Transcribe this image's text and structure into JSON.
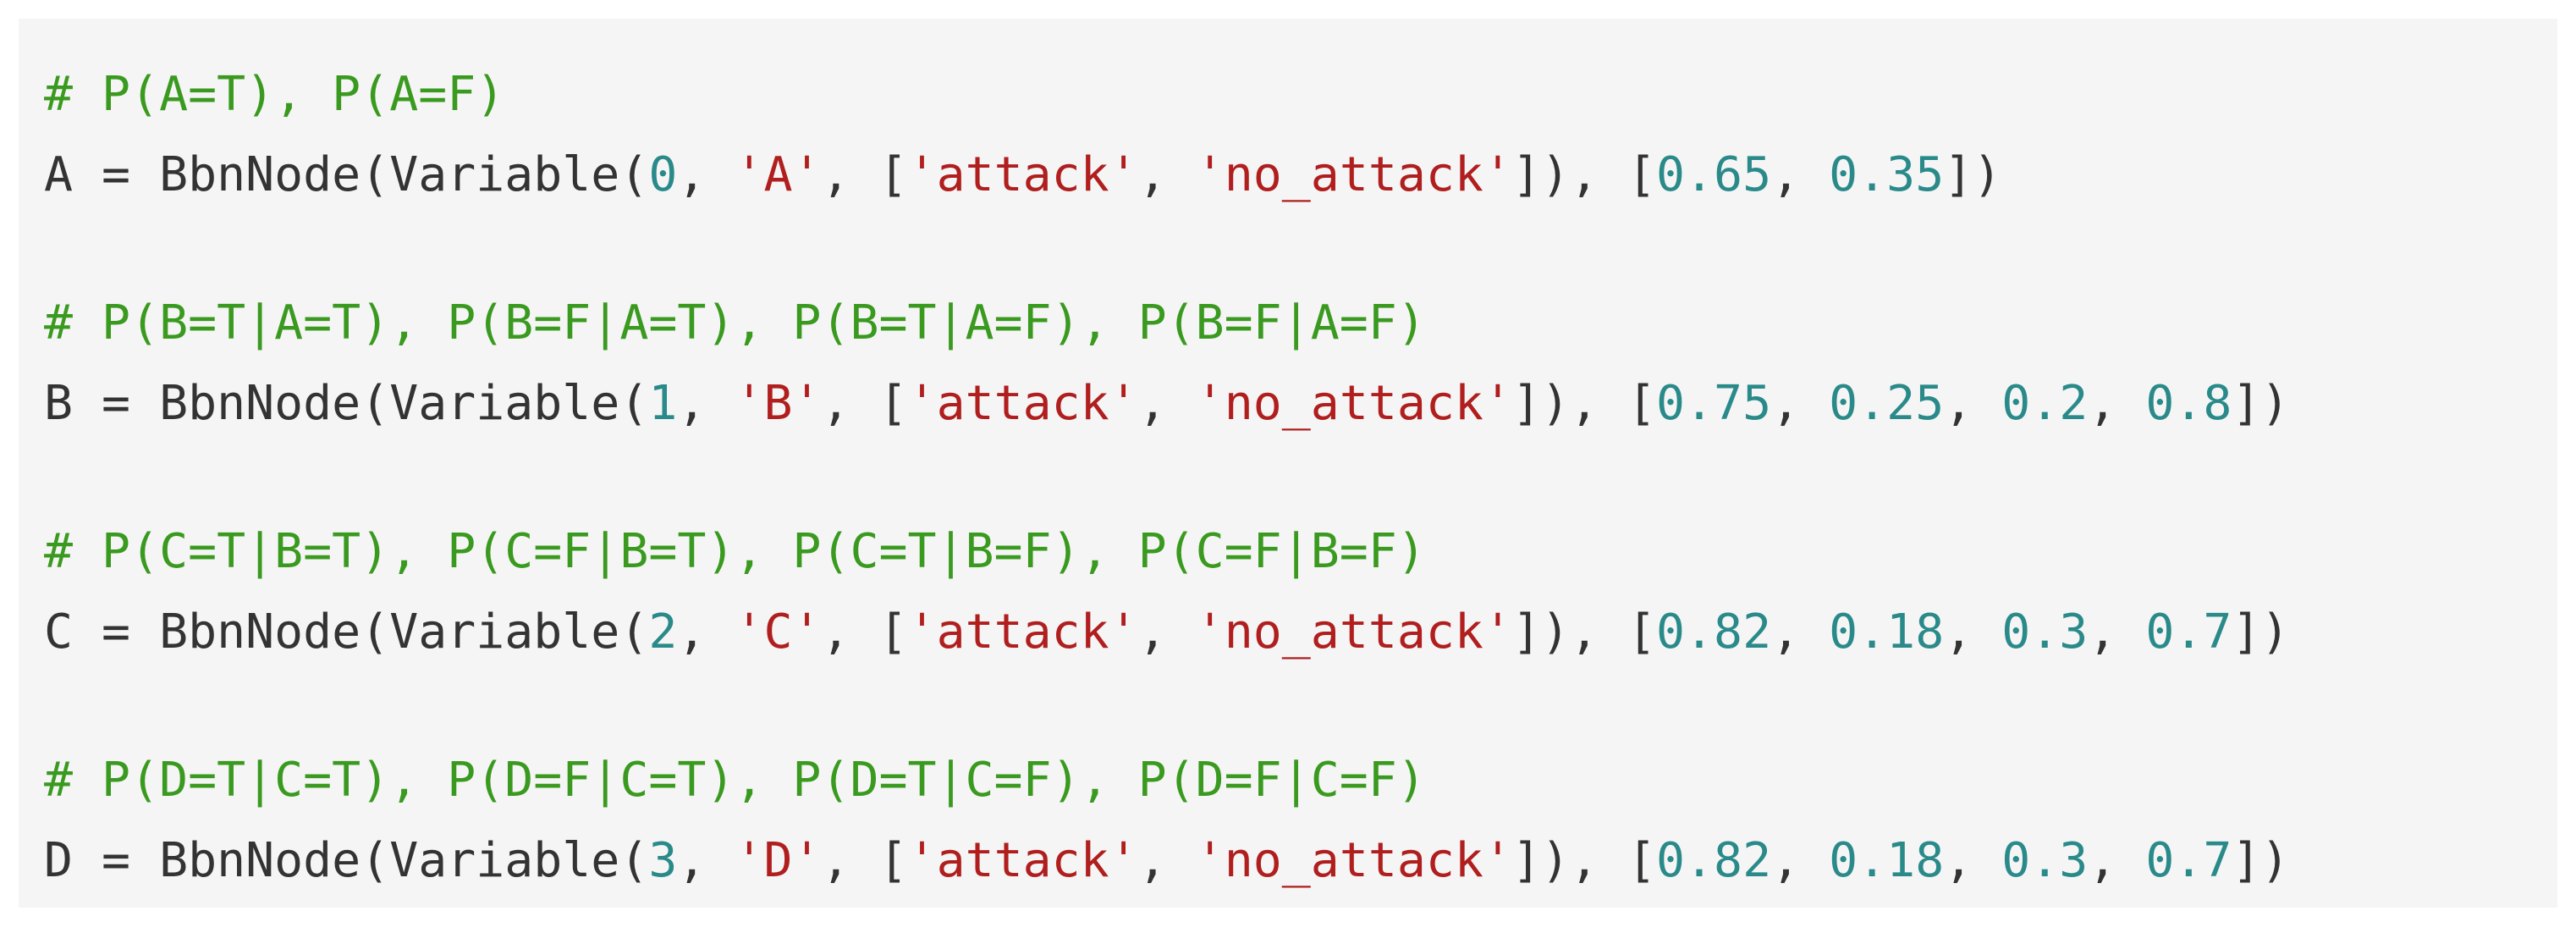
{
  "code": {
    "lines": [
      [
        {
          "cls": "tok-comment",
          "text": "# P(A=T), P(A=F)"
        }
      ],
      [
        {
          "cls": "tok-plain",
          "text": "A = BbnNode(Variable("
        },
        {
          "cls": "tok-num",
          "text": "0"
        },
        {
          "cls": "tok-plain",
          "text": ", "
        },
        {
          "cls": "tok-str",
          "text": "'A'"
        },
        {
          "cls": "tok-plain",
          "text": ", ["
        },
        {
          "cls": "tok-str",
          "text": "'attack'"
        },
        {
          "cls": "tok-plain",
          "text": ", "
        },
        {
          "cls": "tok-str",
          "text": "'no_attack'"
        },
        {
          "cls": "tok-plain",
          "text": "]), ["
        },
        {
          "cls": "tok-num",
          "text": "0.65"
        },
        {
          "cls": "tok-plain",
          "text": ", "
        },
        {
          "cls": "tok-num",
          "text": "0.35"
        },
        {
          "cls": "tok-plain",
          "text": "])"
        }
      ],
      [],
      [
        {
          "cls": "tok-comment",
          "text": "# P(B=T|A=T), P(B=F|A=T), P(B=T|A=F), P(B=F|A=F)"
        }
      ],
      [
        {
          "cls": "tok-plain",
          "text": "B = BbnNode(Variable("
        },
        {
          "cls": "tok-num",
          "text": "1"
        },
        {
          "cls": "tok-plain",
          "text": ", "
        },
        {
          "cls": "tok-str",
          "text": "'B'"
        },
        {
          "cls": "tok-plain",
          "text": ", ["
        },
        {
          "cls": "tok-str",
          "text": "'attack'"
        },
        {
          "cls": "tok-plain",
          "text": ", "
        },
        {
          "cls": "tok-str",
          "text": "'no_attack'"
        },
        {
          "cls": "tok-plain",
          "text": "]), ["
        },
        {
          "cls": "tok-num",
          "text": "0.75"
        },
        {
          "cls": "tok-plain",
          "text": ", "
        },
        {
          "cls": "tok-num",
          "text": "0.25"
        },
        {
          "cls": "tok-plain",
          "text": ", "
        },
        {
          "cls": "tok-num",
          "text": "0.2"
        },
        {
          "cls": "tok-plain",
          "text": ", "
        },
        {
          "cls": "tok-num",
          "text": "0.8"
        },
        {
          "cls": "tok-plain",
          "text": "])"
        }
      ],
      [],
      [
        {
          "cls": "tok-comment",
          "text": "# P(C=T|B=T), P(C=F|B=T), P(C=T|B=F), P(C=F|B=F)"
        }
      ],
      [
        {
          "cls": "tok-plain",
          "text": "C = BbnNode(Variable("
        },
        {
          "cls": "tok-num",
          "text": "2"
        },
        {
          "cls": "tok-plain",
          "text": ", "
        },
        {
          "cls": "tok-str",
          "text": "'C'"
        },
        {
          "cls": "tok-plain",
          "text": ", ["
        },
        {
          "cls": "tok-str",
          "text": "'attack'"
        },
        {
          "cls": "tok-plain",
          "text": ", "
        },
        {
          "cls": "tok-str",
          "text": "'no_attack'"
        },
        {
          "cls": "tok-plain",
          "text": "]), ["
        },
        {
          "cls": "tok-num",
          "text": "0.82"
        },
        {
          "cls": "tok-plain",
          "text": ", "
        },
        {
          "cls": "tok-num",
          "text": "0.18"
        },
        {
          "cls": "tok-plain",
          "text": ", "
        },
        {
          "cls": "tok-num",
          "text": "0.3"
        },
        {
          "cls": "tok-plain",
          "text": ", "
        },
        {
          "cls": "tok-num",
          "text": "0.7"
        },
        {
          "cls": "tok-plain",
          "text": "])"
        }
      ],
      [],
      [
        {
          "cls": "tok-comment",
          "text": "# P(D=T|C=T), P(D=F|C=T), P(D=T|C=F), P(D=F|C=F)"
        }
      ],
      [
        {
          "cls": "tok-plain",
          "text": "D = BbnNode(Variable("
        },
        {
          "cls": "tok-num",
          "text": "3"
        },
        {
          "cls": "tok-plain",
          "text": ", "
        },
        {
          "cls": "tok-str",
          "text": "'D'"
        },
        {
          "cls": "tok-plain",
          "text": ", ["
        },
        {
          "cls": "tok-str",
          "text": "'attack'"
        },
        {
          "cls": "tok-plain",
          "text": ", "
        },
        {
          "cls": "tok-str",
          "text": "'no_attack'"
        },
        {
          "cls": "tok-plain",
          "text": "]), ["
        },
        {
          "cls": "tok-num",
          "text": "0.82"
        },
        {
          "cls": "tok-plain",
          "text": ", "
        },
        {
          "cls": "tok-num",
          "text": "0.18"
        },
        {
          "cls": "tok-plain",
          "text": ", "
        },
        {
          "cls": "tok-num",
          "text": "0.3"
        },
        {
          "cls": "tok-plain",
          "text": ", "
        },
        {
          "cls": "tok-num",
          "text": "0.7"
        },
        {
          "cls": "tok-plain",
          "text": "])"
        }
      ]
    ]
  },
  "colors": {
    "background": "#f5f5f5",
    "comment": "#3a9a1f",
    "plain": "#333333",
    "number": "#2a8a8a",
    "string": "#b01e1e"
  }
}
